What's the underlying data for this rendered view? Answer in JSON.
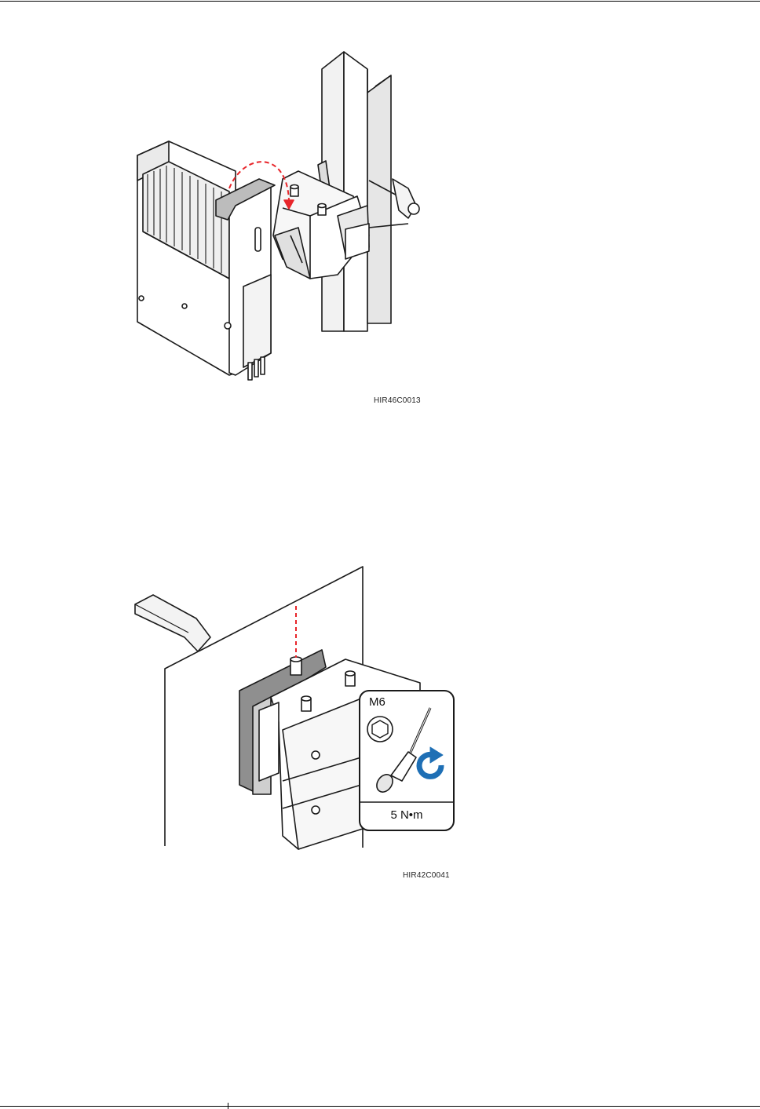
{
  "figures": [
    {
      "id": "HIR46C0013"
    },
    {
      "id": "HIR42C0041",
      "callout": {
        "screw_size": "M6",
        "torque": "5 N•m",
        "icon": "hex-socket-screwdriver-clockwise-icon"
      }
    }
  ],
  "colors": {
    "arrow": "#e8262b",
    "rotate": "#1e6fb5",
    "line": "#1a1a1a",
    "shade": "#d8d8d8"
  }
}
